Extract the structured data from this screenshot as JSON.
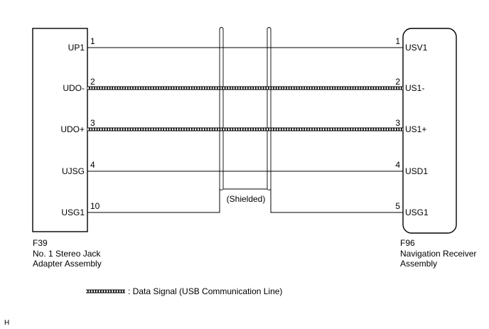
{
  "left_connector": {
    "code": "F39",
    "name_lines": [
      "No. 1 Stereo Jack",
      "Adapter Assembly"
    ]
  },
  "right_connector": {
    "code": "F96",
    "name_lines": [
      "Navigation Receiver",
      "Assembly"
    ]
  },
  "wires": [
    {
      "left_pin": "UP1",
      "left_num": "1",
      "right_num": "1",
      "right_pin": "USV1",
      "data_signal": false
    },
    {
      "left_pin": "UDO-",
      "left_num": "2",
      "right_num": "2",
      "right_pin": "US1-",
      "data_signal": true
    },
    {
      "left_pin": "UDO+",
      "left_num": "3",
      "right_num": "3",
      "right_pin": "US1+",
      "data_signal": true
    },
    {
      "left_pin": "UJSG",
      "left_num": "4",
      "right_num": "4",
      "right_pin": "USD1",
      "data_signal": false
    },
    {
      "left_pin": "USG1",
      "left_num": "10",
      "right_num": "5",
      "right_pin": "USG1",
      "data_signal": false
    }
  ],
  "shield_label": "(Shielded)",
  "legend": {
    "label": ": Data Signal (USB Communication Line)"
  },
  "corner_mark": "H",
  "colors": {
    "line": "#000000",
    "background": "#ffffff"
  }
}
